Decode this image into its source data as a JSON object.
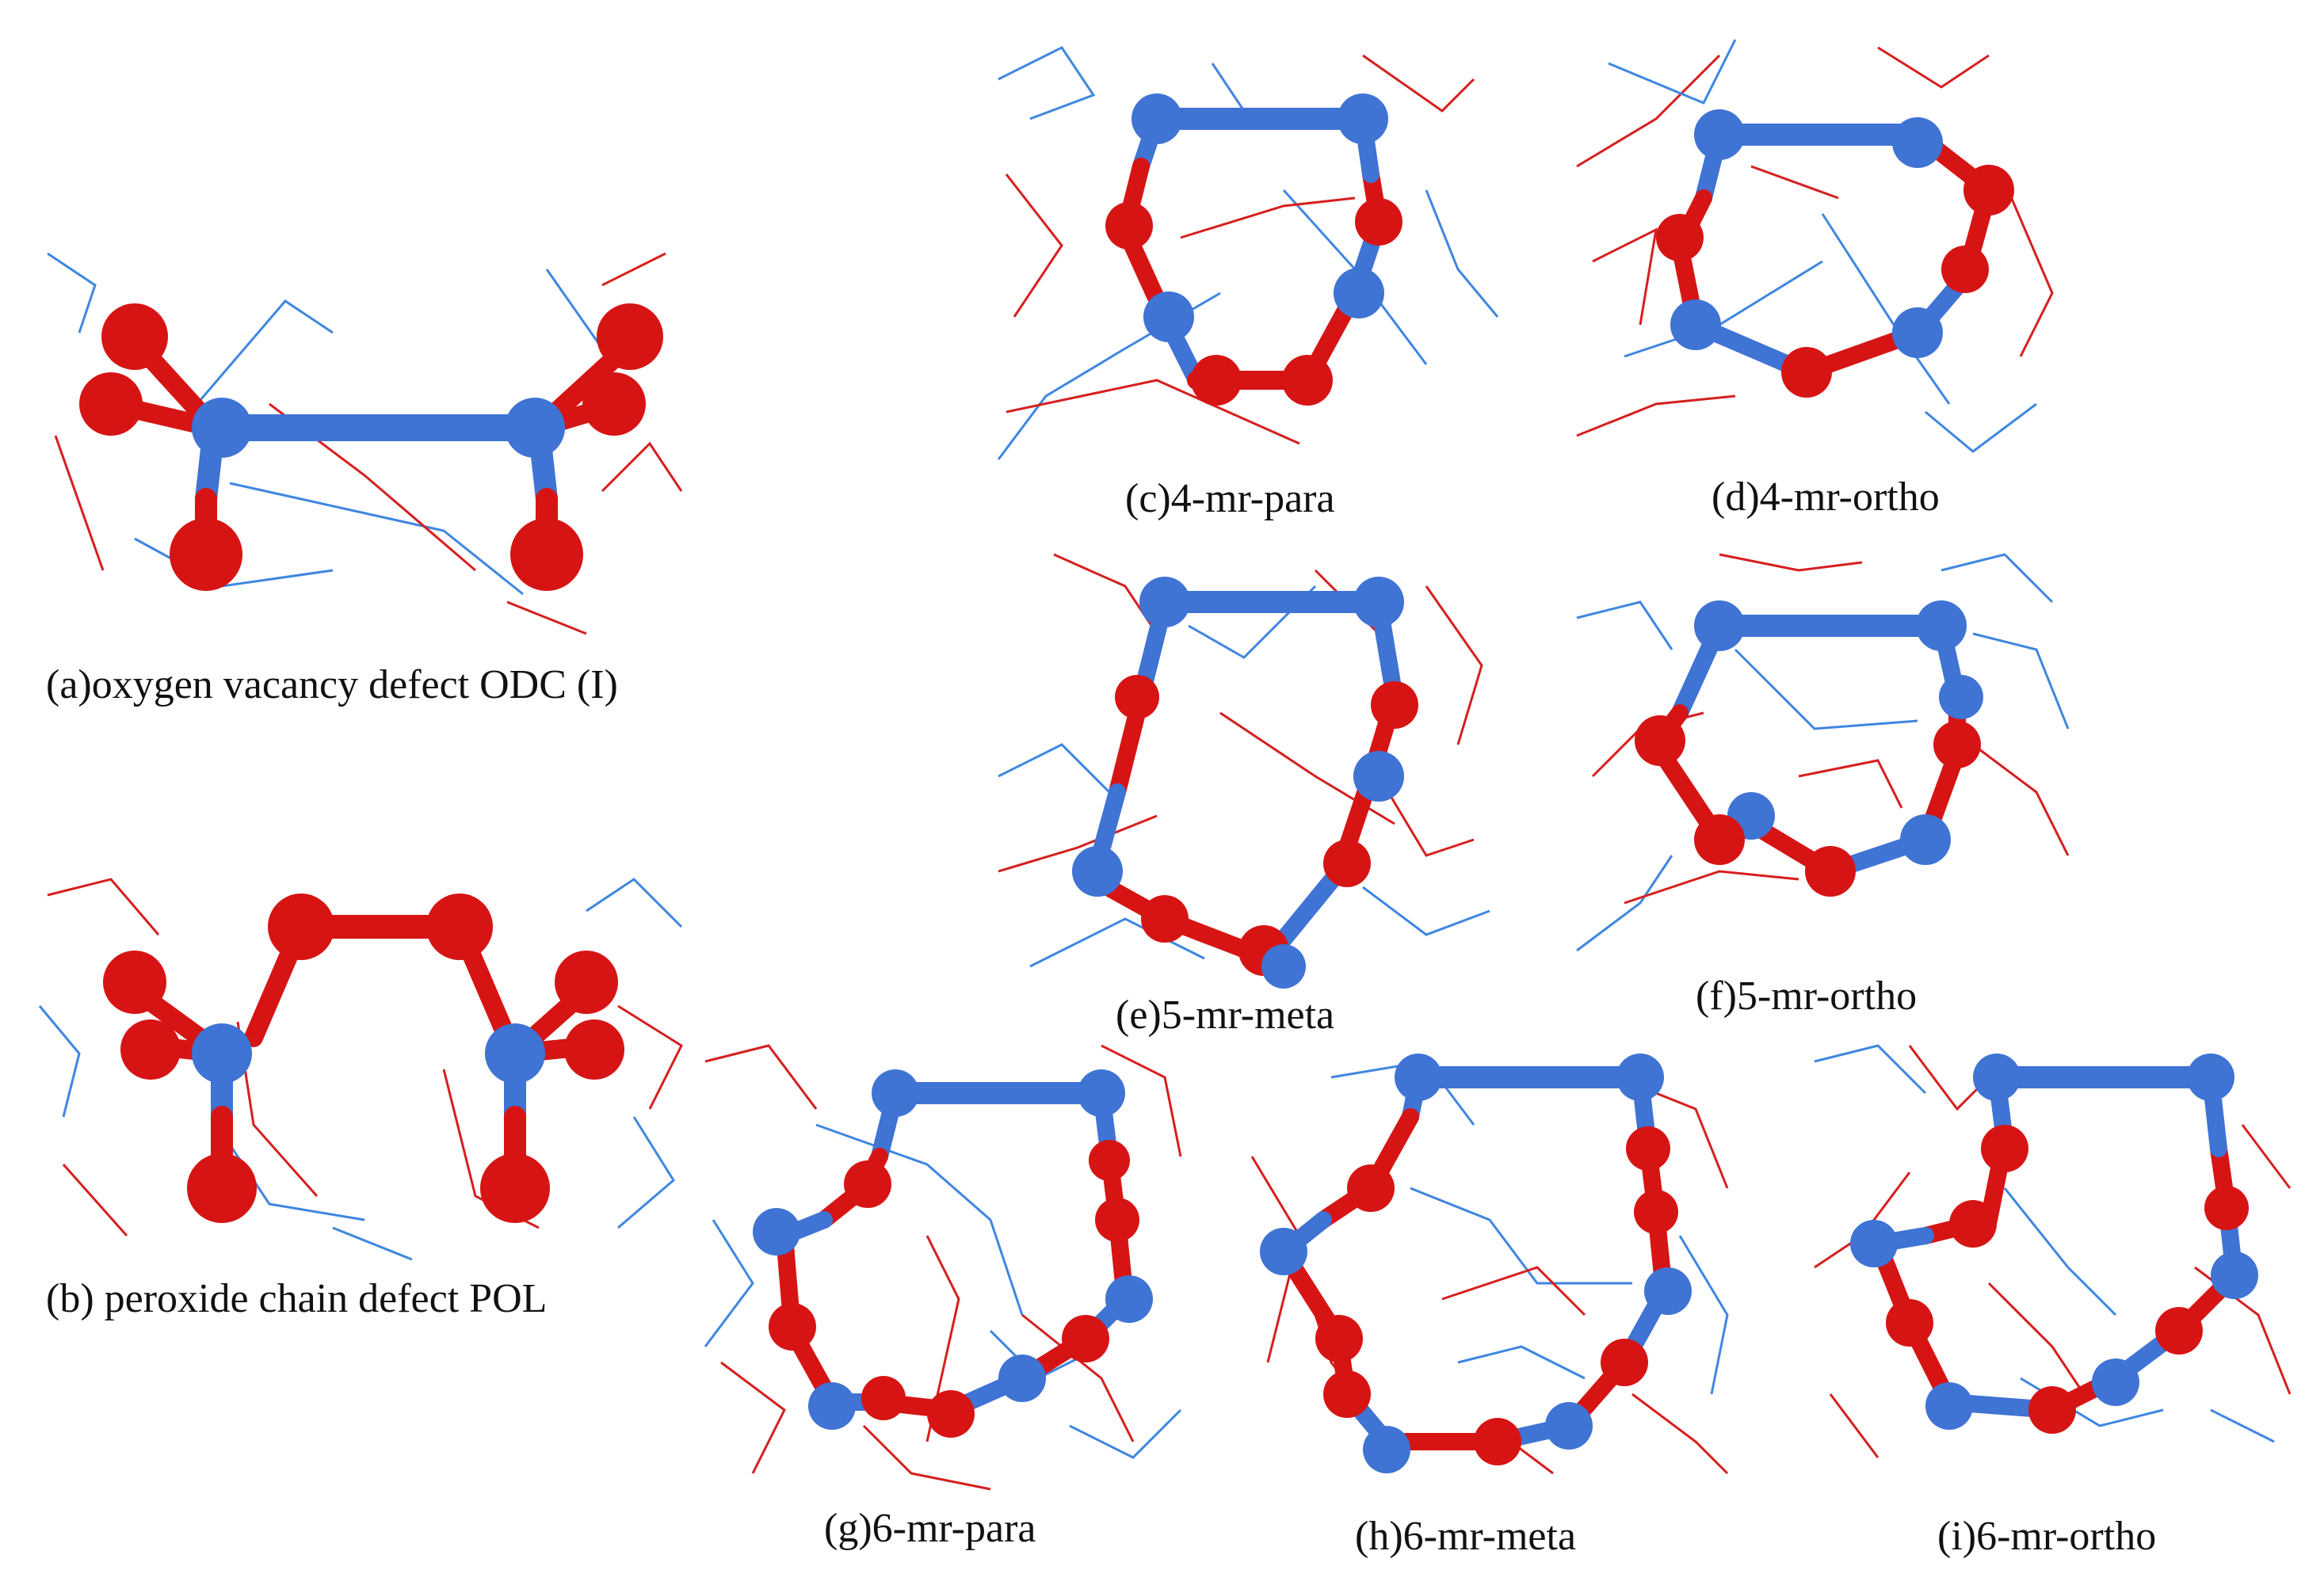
{
  "colors": {
    "silicon_atom": "#3f73d4",
    "oxygen_atom": "#d71414",
    "silicon_wire": "#3f86e0",
    "oxygen_wire": "#d61f1f",
    "background": "#ffffff"
  },
  "panels": {
    "a": {
      "caption": "(a)oxygen vacancy defect ODC (I)"
    },
    "b": {
      "caption": "(b) peroxide chain defect POL"
    },
    "c": {
      "caption": "(c)4-mr-para"
    },
    "d": {
      "caption": "(d)4-mr-ortho"
    },
    "e": {
      "caption": "(e)5-mr-meta"
    },
    "f": {
      "caption": "(f)5-mr-ortho"
    },
    "g": {
      "caption": "(g)6-mr-para"
    },
    "h": {
      "caption": "(h)6-mr-meta"
    },
    "i": {
      "caption": "(i)6-mr-ortho"
    }
  }
}
